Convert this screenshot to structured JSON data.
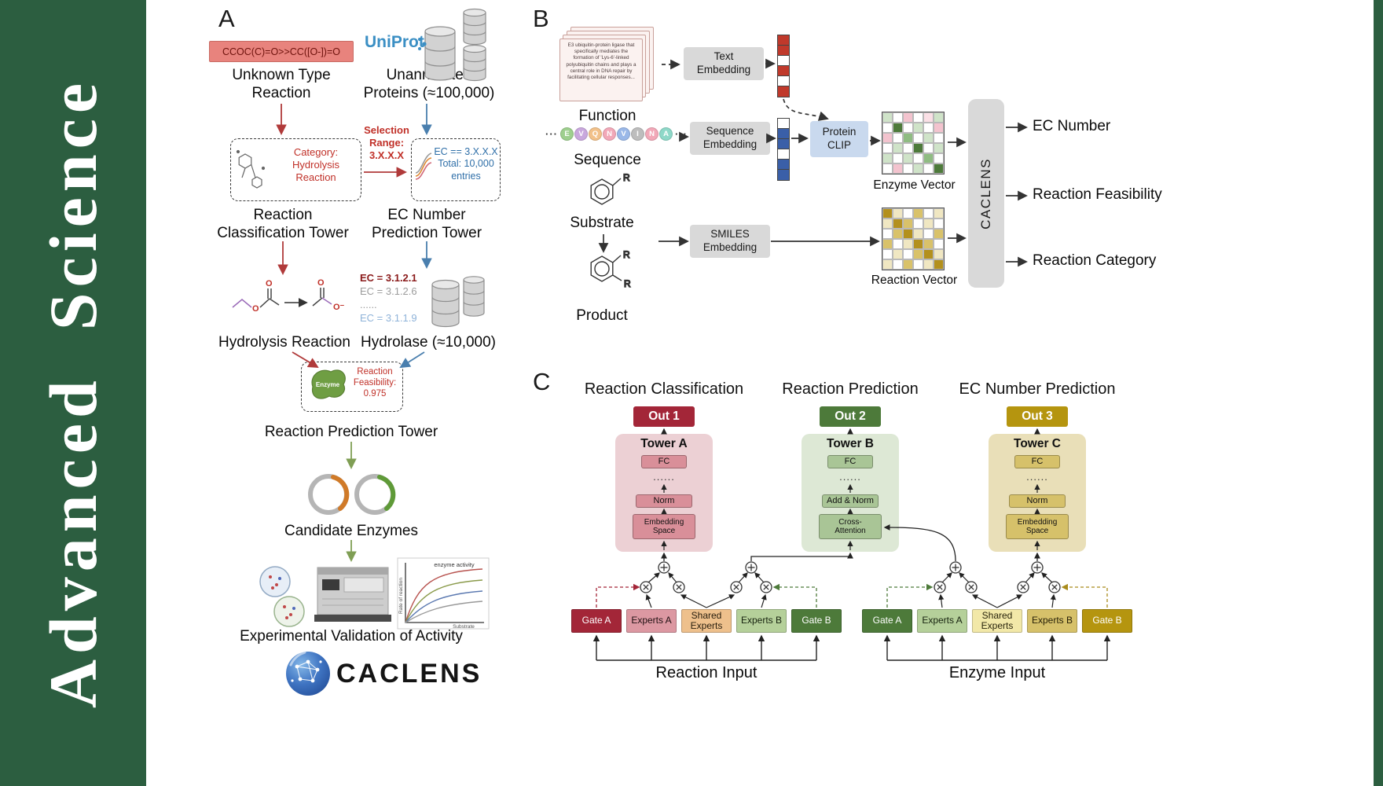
{
  "journal": {
    "title": "Advanced  Science"
  },
  "panelA": {
    "label": "A",
    "smiles": "CCOC(C)=O>>CC([O-])=O",
    "unknown_reaction": "Unknown Type\nReaction",
    "uniprot": "UniProt",
    "unannotated": "Unannotated\nProteins (≈100,000)",
    "category": "Category:\nHydrolysis\nReaction",
    "selection": "Selection\nRange:\n3.X.X.X",
    "ec_filter": "EC == 3.X.X.X\nTotal: 10,000\nentries",
    "tower_classification": "Reaction\nClassification Tower",
    "tower_ec": "EC Number\nPrediction Tower",
    "hydrolysis": "Hydrolysis Reaction",
    "ec_list": [
      "EC = 3.1.2.1",
      "EC = 3.1.2.6",
      "......",
      "EC = 3.1.1.9"
    ],
    "hydrolase": "Hydrolase (≈10,000)",
    "enzyme": "Enzyme",
    "feasibility": "Reaction\nFeasibility:\n0.975",
    "tower_prediction": "Reaction Prediction Tower",
    "candidates": "Candidate Enzymes",
    "graph_title": "enzyme activity",
    "graph_x": "Substrate",
    "graph_y": "Rate of reaction",
    "validation": "Experimental Validation of Activity",
    "logo": "CACLENS",
    "atom_o": "O",
    "atom_o_minus": "O⁻"
  },
  "panelB": {
    "label": "B",
    "function_text": "E3 ubiquitin-protein ligase that specifically mediates the formation of 'Lys-6'-linked polyubiquitin chains and plays a central role in DNA repair by facilitating cellular responses...",
    "function_label": "Function",
    "text_embedding": "Text\nEmbedding",
    "ellipsis": "···",
    "sequence_tokens": [
      {
        "letter": "E",
        "color": "#9ecf8e"
      },
      {
        "letter": "V",
        "color": "#c9a8dd"
      },
      {
        "letter": "Q",
        "color": "#f2c18a"
      },
      {
        "letter": "N",
        "color": "#f2a8b8"
      },
      {
        "letter": "V",
        "color": "#9ab8e8"
      },
      {
        "letter": "I",
        "color": "#bdbdbd"
      },
      {
        "letter": "N",
        "color": "#f2a8b8"
      },
      {
        "letter": "A",
        "color": "#8ed8c8"
      }
    ],
    "sequence_label": "Sequence",
    "sequence_embedding": "Sequence\nEmbedding",
    "protein_clip": "Protein\nCLIP",
    "text_vector": [
      "r",
      "r",
      "w",
      "r",
      "w",
      "r"
    ],
    "seq_vector": [
      "w",
      "b",
      "b",
      "w",
      "b",
      "b"
    ],
    "vector_colors": {
      "r": "#c0392b",
      "b": "#3a5fa8",
      "w": "#ffffff"
    },
    "enzyme_matrix": [
      [
        "lg",
        "w",
        "p",
        "w",
        "lp",
        "lg"
      ],
      [
        "w",
        "dg",
        "w",
        "lg",
        "w",
        "p"
      ],
      [
        "p",
        "w",
        "mg",
        "w",
        "lg",
        "w"
      ],
      [
        "w",
        "lg",
        "w",
        "dg",
        "w",
        "lg"
      ],
      [
        "lg",
        "w",
        "lg",
        "w",
        "mg",
        "w"
      ],
      [
        "w",
        "p",
        "w",
        "lg",
        "w",
        "dg"
      ]
    ],
    "reaction_matrix": [
      [
        "dy",
        "ly",
        "w",
        "y",
        "w",
        "ly"
      ],
      [
        "ly",
        "dy",
        "y",
        "w",
        "ly",
        "w"
      ],
      [
        "w",
        "y",
        "dy",
        "ly",
        "w",
        "y"
      ],
      [
        "y",
        "w",
        "ly",
        "dy",
        "y",
        "w"
      ],
      [
        "w",
        "ly",
        "w",
        "y",
        "dy",
        "ly"
      ],
      [
        "ly",
        "w",
        "y",
        "w",
        "ly",
        "dy"
      ]
    ],
    "matrix_colors": {
      "w": "#ffffff",
      "lg": "#cfe3c8",
      "mg": "#8fbc82",
      "dg": "#4d7a3a",
      "p": "#f3c3ce",
      "lp": "#fadfe5",
      "dy": "#b3901d",
      "y": "#d9c26a",
      "ly": "#f0e7c2"
    },
    "enzyme_vector_label": "Enzyme Vector",
    "substrate_label": "Substrate",
    "product_label": "Product",
    "r_group": "R",
    "smiles_embedding": "SMILES\nEmbedding",
    "reaction_vector_label": "Reaction Vector",
    "caclens": "CACLENS",
    "outputs": [
      "EC Number",
      "Reaction Feasibility",
      "Reaction Category"
    ]
  },
  "panelC": {
    "label": "C",
    "headers": [
      "Reaction Classification",
      "Reaction Prediction",
      "EC Number Prediction"
    ],
    "towers": [
      {
        "out": "Out 1",
        "name": "Tower A",
        "fc": "FC",
        "dots": "......",
        "mid": "Norm",
        "bottom": "Embedding\nSpace"
      },
      {
        "out": "Out 2",
        "name": "Tower B",
        "fc": "FC",
        "dots": "......",
        "mid": "Add & Norm",
        "bottom": "Cross-\nAttention"
      },
      {
        "out": "Out 3",
        "name": "Tower C",
        "fc": "FC",
        "dots": "......",
        "mid": "Norm",
        "bottom": "Embedding\nSpace"
      }
    ],
    "tower_colors": [
      {
        "bg": "#ecd0d4",
        "box": "#d98f99",
        "out": "#a32638"
      },
      {
        "bg": "#dde8d5",
        "box": "#a9c596",
        "out": "#4d7a3a"
      },
      {
        "bg": "#e9dfb8",
        "box": "#d6c16a",
        "out": "#b5950f"
      }
    ],
    "expert_groups": [
      {
        "input": "Reaction Input",
        "boxes": [
          {
            "label": "Gate A",
            "bg": "#a32638",
            "fg": "#ffffff"
          },
          {
            "label": "Experts A",
            "bg": "#dc98a2",
            "fg": "#201012"
          },
          {
            "label": "Shared\nExperts",
            "bg": "#eec08c",
            "fg": "#271d0d"
          },
          {
            "label": "Experts B",
            "bg": "#b5d09a",
            "fg": "#16220e"
          },
          {
            "label": "Gate B",
            "bg": "#4d7a3a",
            "fg": "#ffffff"
          }
        ]
      },
      {
        "input": "Enzyme Input",
        "boxes": [
          {
            "label": "Gate A",
            "bg": "#4d7a3a",
            "fg": "#ffffff"
          },
          {
            "label": "Experts A",
            "bg": "#b5d09a",
            "fg": "#16220e"
          },
          {
            "label": "Shared\nExperts",
            "bg": "#f2e8a8",
            "fg": "#2a250c"
          },
          {
            "label": "Experts B",
            "bg": "#d6c16a",
            "fg": "#272007"
          },
          {
            "label": "Gate B",
            "bg": "#b5950f",
            "fg": "#ffffff"
          }
        ]
      }
    ]
  }
}
